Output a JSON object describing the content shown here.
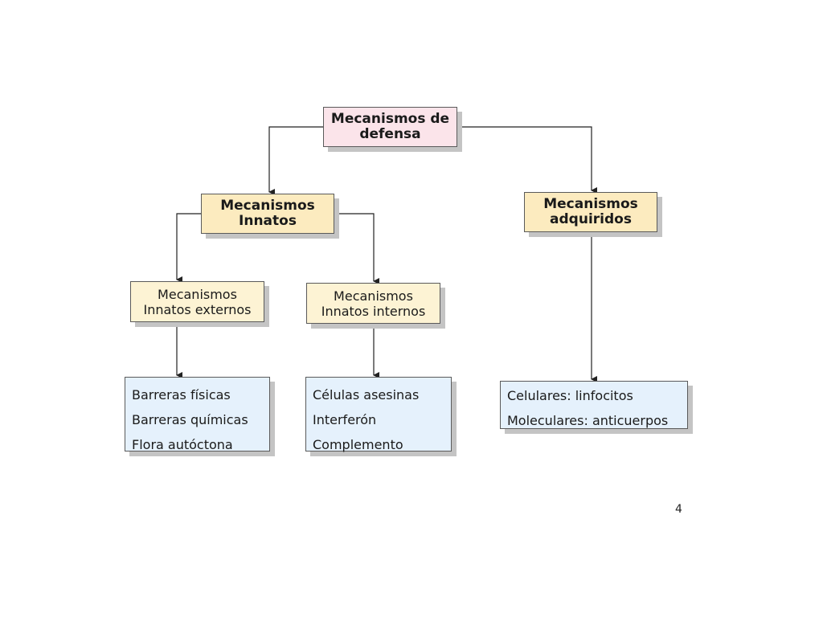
{
  "diagram": {
    "root": {
      "line1": "Mecanismos de",
      "line2": "defensa"
    },
    "innate": {
      "line1": "Mecanismos",
      "line2": "Innatos"
    },
    "acquired": {
      "line1": "Mecanismos",
      "line2": "adquiridos"
    },
    "innate_external": {
      "line1": "Mecanismos",
      "line2": "Innatos externos"
    },
    "innate_internal": {
      "line1": "Mecanismos",
      "line2": "Innatos internos"
    },
    "external_items": [
      "Barreras físicas",
      "Barreras químicas",
      "Flora autóctona"
    ],
    "internal_items": [
      "Células asesinas",
      "Interferón",
      "Complemento"
    ],
    "acquired_items": [
      "Celulares: linfocitos",
      "Moleculares: anticuerpos"
    ]
  },
  "page_number": "4",
  "colors": {
    "root_fill": "#fbe4ea",
    "level1_fill": "#fcebbf",
    "level2_fill": "#fdf3d4",
    "leaf_fill": "#e5f1fc",
    "shadow": "#c4c4c4"
  }
}
